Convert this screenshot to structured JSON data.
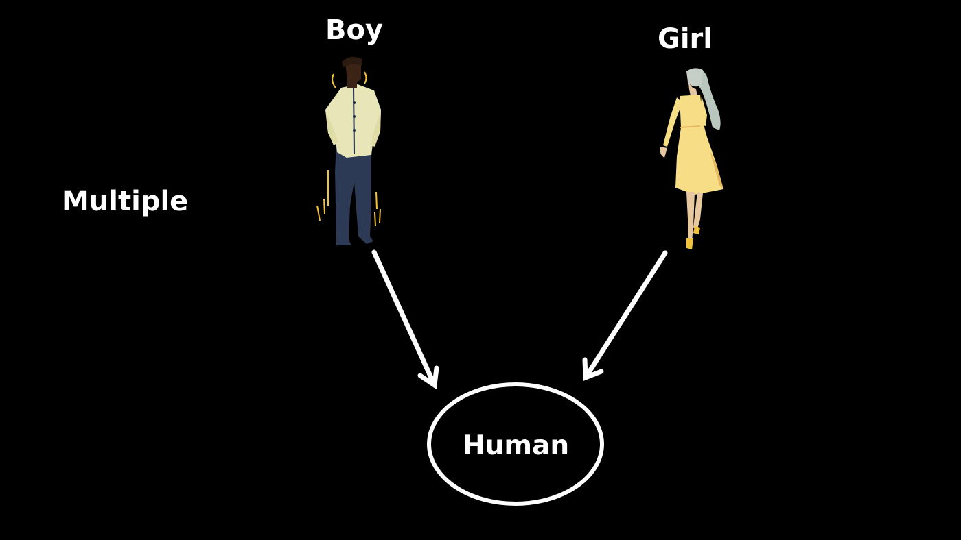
{
  "labels": {
    "boy": "Boy",
    "girl": "Girl",
    "multiple": "Multiple",
    "human": "Human"
  },
  "figures": {
    "boy_icon": "standing-man-figure",
    "girl_icon": "walking-woman-figure"
  },
  "colors": {
    "background": "#000000",
    "text": "#ffffff",
    "arrow": "#ffffff",
    "boy_shirt": "#e8e6b8",
    "boy_pants": "#2c3a55",
    "girl_dress": "#f7de86",
    "girl_hair": "#b9c7bf",
    "accent": "#f2c33a"
  }
}
